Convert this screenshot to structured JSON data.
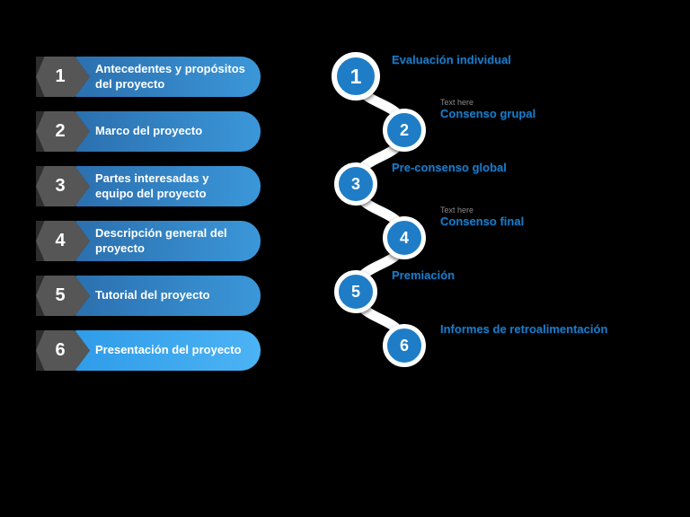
{
  "colors": {
    "background": "#000000",
    "agenda_bar_blue": "#2b6fae",
    "agenda_bar_blue_light": "#3b97d9",
    "agenda_last_bar_blue": "#2f9ce8",
    "number_tab_gray": "#565656",
    "number_tab_fold_gray": "#2e2e2e",
    "timeline_circle_blue": "#1e7dc6",
    "timeline_connector_white": "#ffffff",
    "timeline_label_blue": "#1b7ac6",
    "text_white": "#ffffff"
  },
  "agenda": {
    "items": [
      {
        "number": "1",
        "label": "Antecedentes y propósitos del proyecto"
      },
      {
        "number": "2",
        "label": "Marco del proyecto"
      },
      {
        "number": "3",
        "label": "Partes interesadas y equipo del proyecto"
      },
      {
        "number": "4",
        "label": "Descripción general del proyecto"
      },
      {
        "number": "5",
        "label": "Tutorial del proyecto"
      },
      {
        "number": "6",
        "label": "Presentación del proyecto"
      }
    ]
  },
  "timeline": {
    "items": [
      {
        "number": "1",
        "label": "Evaluación individual",
        "placeholder": ""
      },
      {
        "number": "2",
        "label": "Consenso grupal",
        "placeholder": "Text here"
      },
      {
        "number": "3",
        "label": "Pre-consenso global",
        "placeholder": ""
      },
      {
        "number": "4",
        "label": "Consenso final",
        "placeholder": "Text here"
      },
      {
        "number": "5",
        "label": "Premiación",
        "placeholder": ""
      },
      {
        "number": "6",
        "label": "Informes de retroalimentación",
        "placeholder": ""
      }
    ]
  }
}
